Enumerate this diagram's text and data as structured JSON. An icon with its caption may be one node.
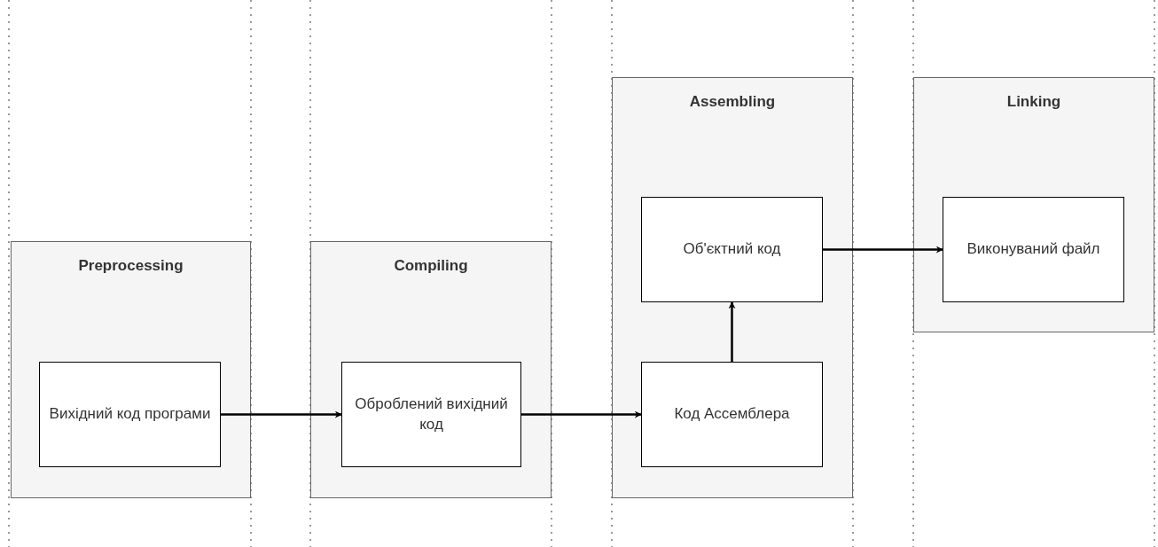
{
  "diagram": {
    "nodes": [
      {
        "text": [
          "Preprocessing"
        ]
      },
      {
        "text": [
          "Вихідний код програми"
        ],
        "in": 0
      },
      {
        "text": [
          "Compiling"
        ]
      },
      {
        "text": [
          "Оброблений вихідний код"
        ],
        "in": 2
      },
      {
        "text": [
          "Assembling"
        ]
      },
      {
        "text": [
          "Об'єктний код"
        ],
        "in": 4
      },
      {
        "text": [
          "Код Ассемблера"
        ],
        "in": 4
      },
      {
        "text": [
          "Linking"
        ]
      },
      {
        "text": [
          "Виконуваний файл"
        ],
        "in": 7
      }
    ],
    "edges": [
      {
        "from": 1,
        "to": 3,
        "arrow": "to"
      },
      {
        "from": 3,
        "to": 6,
        "arrow": "to"
      },
      {
        "from": 6,
        "to": 5,
        "arrow": "to"
      },
      {
        "from": 5,
        "to": 8,
        "arrow": "to"
      }
    ]
  }
}
